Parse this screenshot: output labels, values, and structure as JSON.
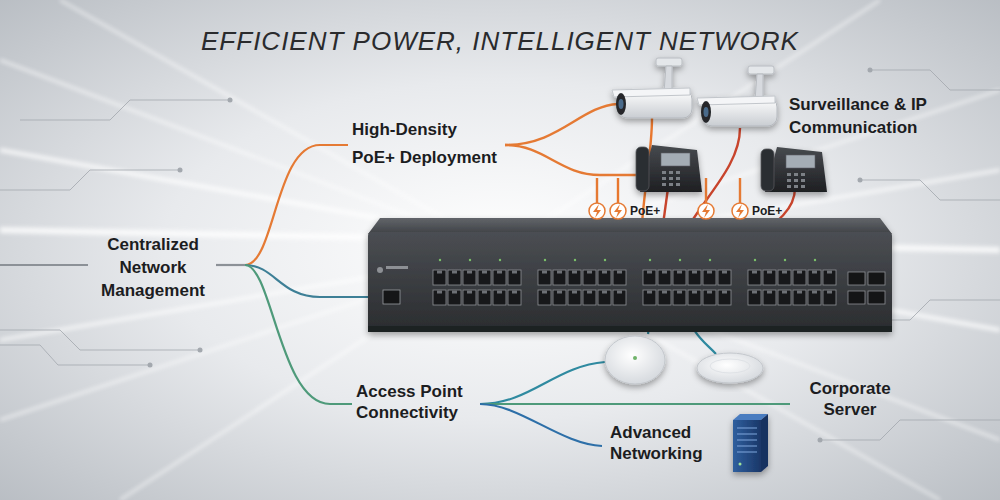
{
  "diagram": {
    "title": "EFFICIENT POWER, INTELLIGENT NETWORK",
    "labels": [
      "High-Density PoE+ Deployment",
      "Surveillance & IP Communication",
      "PoE+",
      "PoE+",
      "Centralized Network Management",
      "Access Point Connectivity",
      "Corporate Server",
      "Advanced Networking"
    ]
  }
}
